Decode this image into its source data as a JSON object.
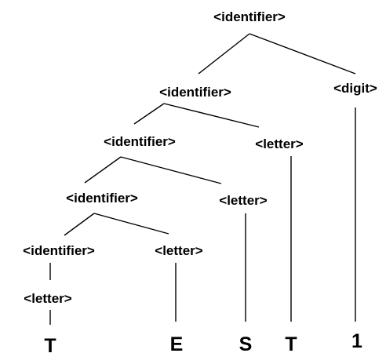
{
  "tree": {
    "nodes": {
      "root_identifier": "<identifier>",
      "identifier_2": "<identifier>",
      "digit": "<digit>",
      "identifier_3": "<identifier>",
      "letter_t_parent": "<letter>",
      "identifier_4": "<identifier>",
      "letter_s_parent": "<letter>",
      "identifier_5": "<identifier>",
      "letter_e_parent": "<letter>",
      "letter_t_first_parent": "<letter>"
    },
    "leaves": {
      "t_first": "T",
      "e": "E",
      "s": "S",
      "t_second": "T",
      "one": "1"
    }
  }
}
